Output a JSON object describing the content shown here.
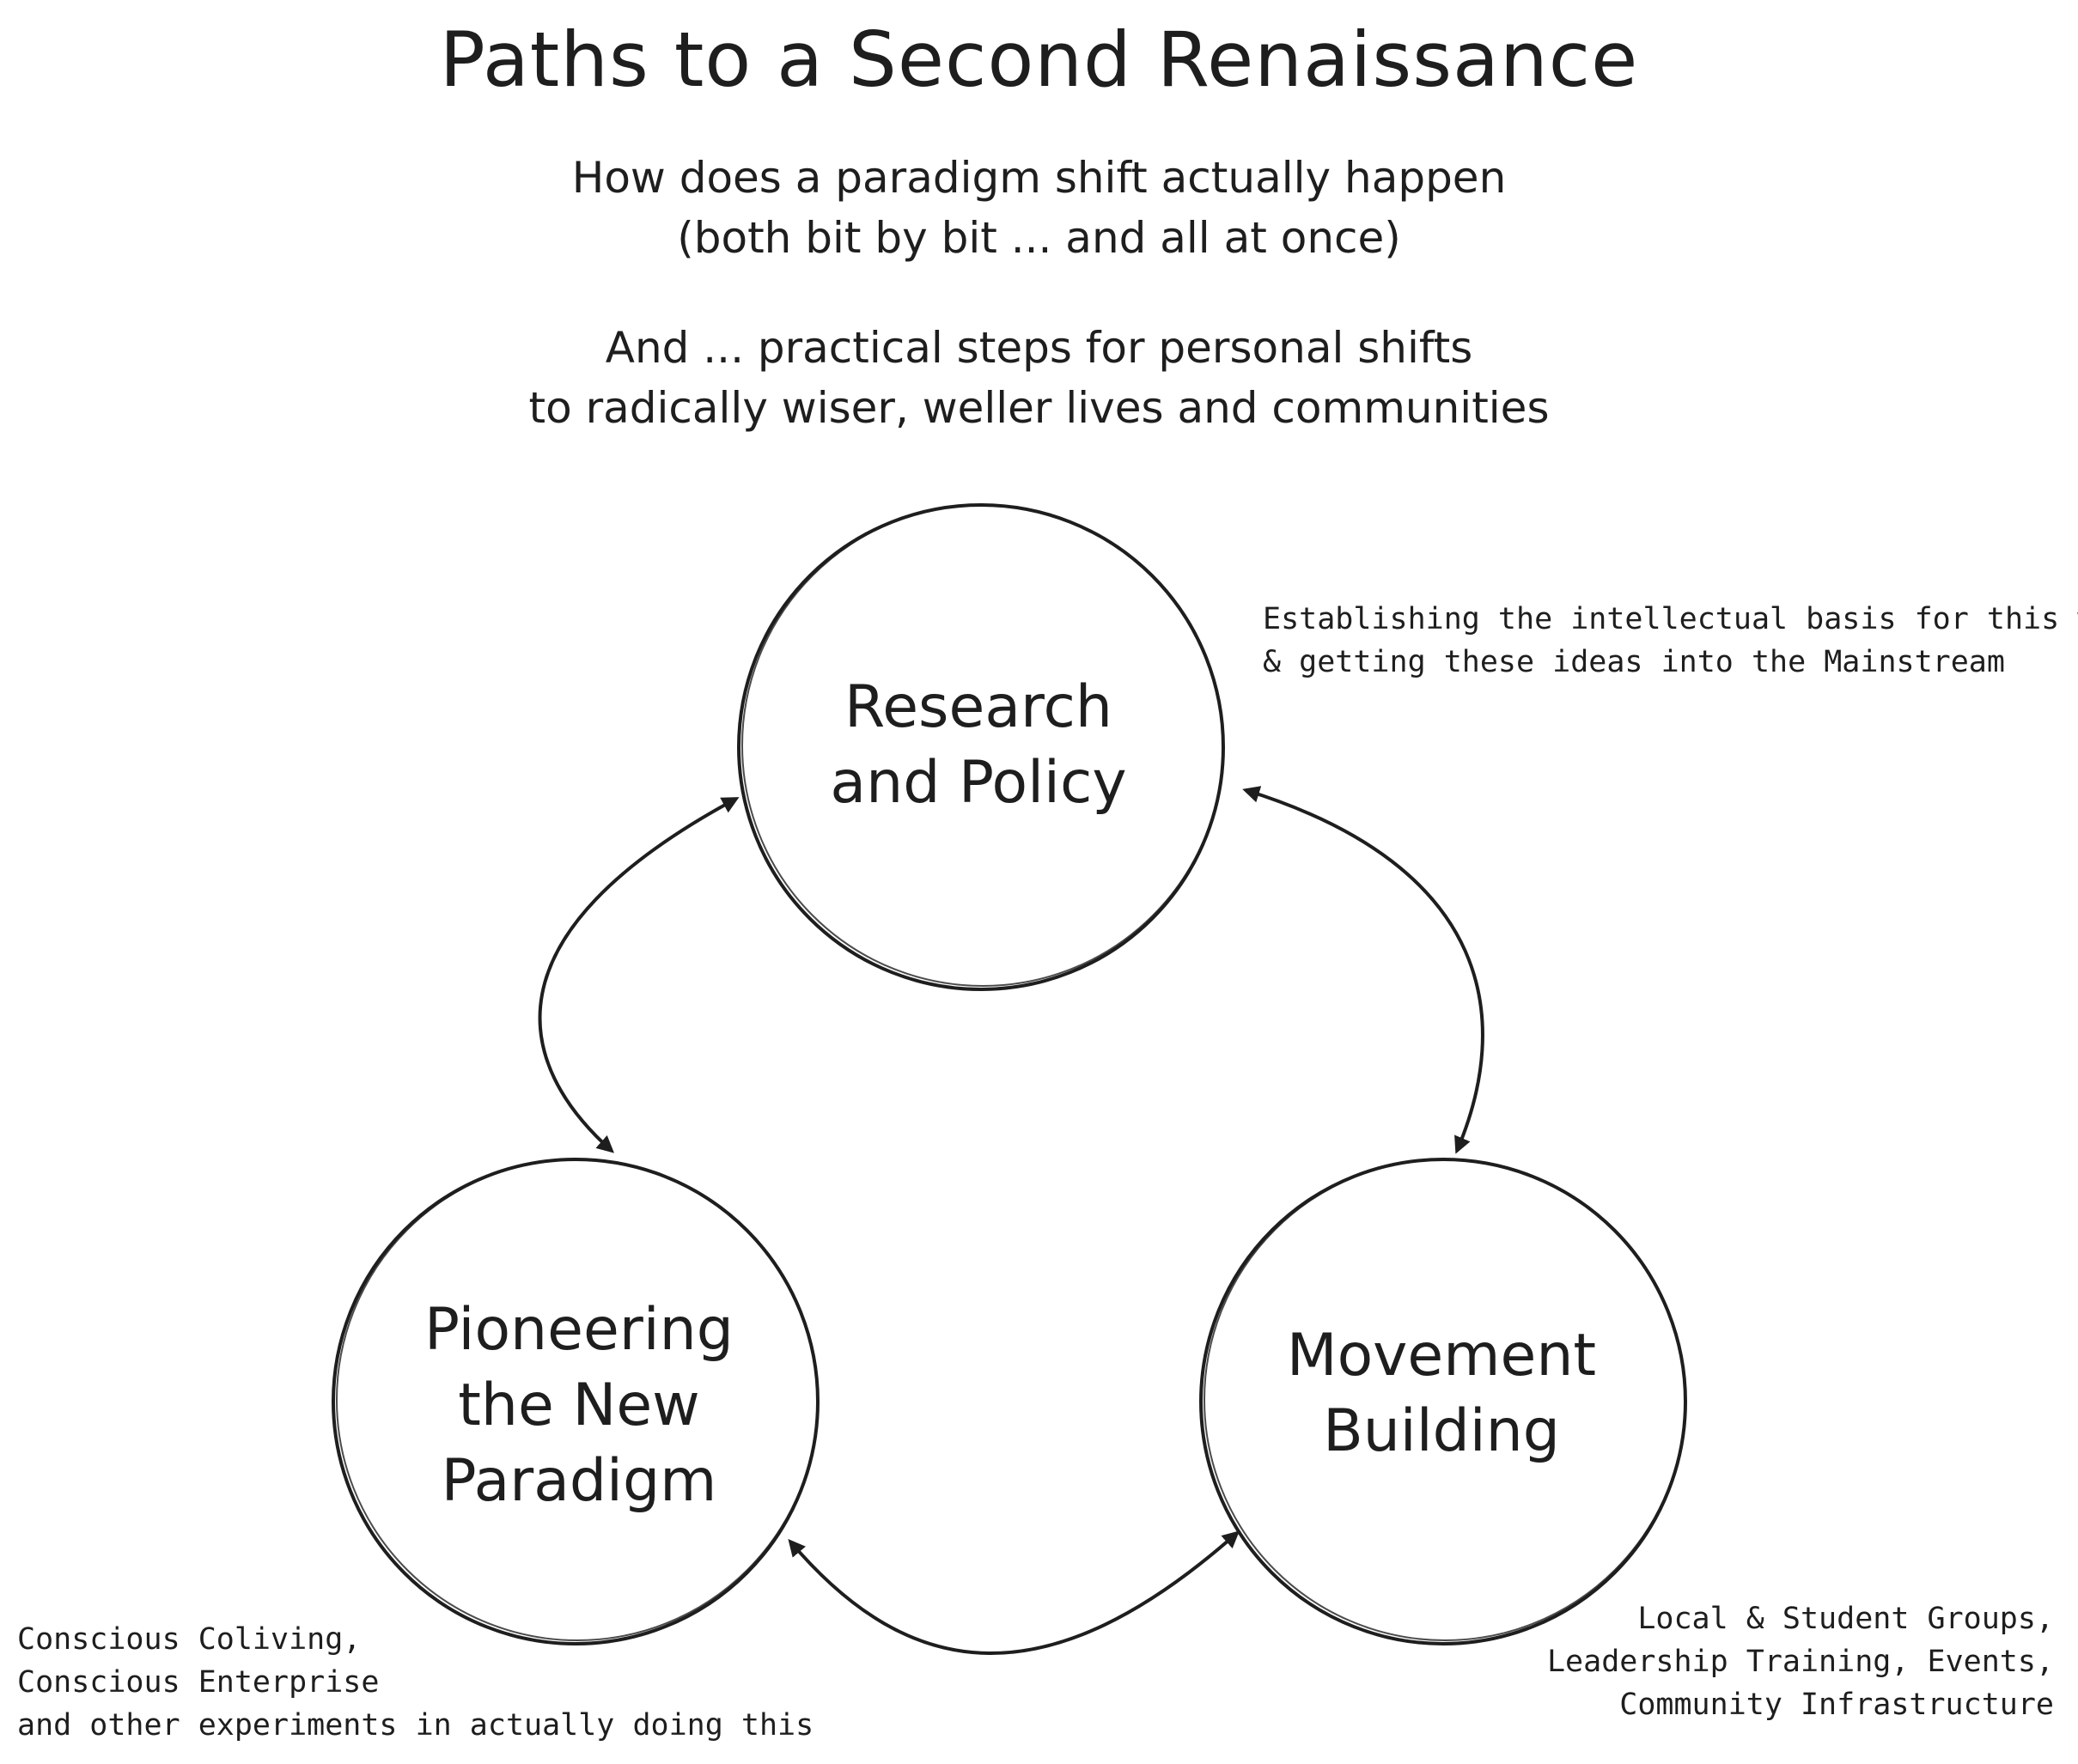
{
  "title": "Paths to a Second Renaissance",
  "subtitle_1": {
    "line_1": "How does a paradigm shift actually happen",
    "line_2": "(both bit by bit ... and all at once)"
  },
  "subtitle_2": {
    "line_1": "And ... practical steps for personal shifts",
    "line_2": "to radically wiser, weller lives and communities"
  },
  "nodes": {
    "research": {
      "line_1": "Research",
      "line_2": "and Policy",
      "note_line_1": "Establishing the intellectual basis for this work",
      "note_line_2": "& getting these ideas into the Mainstream"
    },
    "pioneering": {
      "line_1": "Pioneering",
      "line_2": "the New",
      "line_3": "Paradigm",
      "note_line_1": "Conscious Coliving,",
      "note_line_2": "Conscious Enterprise",
      "note_line_3": "and other experiments in actually doing this"
    },
    "movement": {
      "line_1": "Movement",
      "line_2": "Building",
      "note_line_1": "Local & Student Groups,",
      "note_line_2": "Leadership Training, Events,",
      "note_line_3": "Community Infrastructure"
    }
  },
  "colors": {
    "stroke": "#1e1e1e",
    "background": "#ffffff"
  }
}
